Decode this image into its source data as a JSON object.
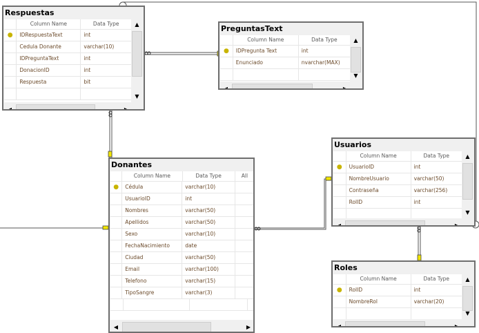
{
  "tables": [
    {
      "id": "respuestas",
      "title": "Respuestas",
      "headers": [
        "Column Name",
        "Data Type"
      ],
      "rows": [
        [
          "IDRespuestaText",
          "int",
          true
        ],
        [
          "Cedula Donante",
          "varchar(10)",
          false
        ],
        [
          "IDPreguntaText",
          "int",
          false
        ],
        [
          "DonacionID",
          "int",
          false
        ],
        [
          "Respuesta",
          "bit",
          false
        ]
      ]
    },
    {
      "id": "preguntas",
      "title": "PreguntasText",
      "headers": [
        "Column Name",
        "Data Type"
      ],
      "rows": [
        [
          "IDPregunta Text",
          "int",
          true
        ],
        [
          "Enunciado",
          "nvarchar(MAX)",
          false
        ]
      ]
    },
    {
      "id": "donantes",
      "title": "Donantes",
      "headers": [
        "Column Name",
        "Data Type",
        "All"
      ],
      "rows": [
        [
          "Cédula",
          "varchar(10)",
          true
        ],
        [
          "UsuarioID",
          "int",
          false
        ],
        [
          "Nombres",
          "varchar(50)",
          false
        ],
        [
          "Apellidos",
          "varchar(50)",
          false
        ],
        [
          "Sexo",
          "varchar(10)",
          false
        ],
        [
          "FechaNacimiento",
          "date",
          false
        ],
        [
          "Ciudad",
          "varchar(50)",
          false
        ],
        [
          "Email",
          "varchar(100)",
          false
        ],
        [
          "Telefono",
          "varchar(15)",
          false
        ],
        [
          "TipoSangre",
          "varchar(3)",
          false
        ]
      ]
    },
    {
      "id": "usuarios",
      "title": "Usuarios",
      "headers": [
        "Column Name",
        "Data Type"
      ],
      "rows": [
        [
          "UsuarioID",
          "int",
          true
        ],
        [
          "NombreUsuario",
          "varchar(50)",
          false
        ],
        [
          "Contraseña",
          "varchar(256)",
          false
        ],
        [
          "RolID",
          "int",
          false
        ]
      ]
    },
    {
      "id": "roles",
      "title": "Roles",
      "headers": [
        "Column Name",
        "Data Type"
      ],
      "rows": [
        [
          "RolID",
          "int",
          true
        ],
        [
          "NombreRol",
          "varchar(20)",
          false
        ]
      ]
    }
  ],
  "icons": {
    "primary_key": "key-icon",
    "scroll_up": "arrow-up-icon",
    "scroll_down": "arrow-down-icon",
    "scroll_left": "arrow-left-icon",
    "scroll_right": "arrow-right-icon"
  },
  "colors": {
    "key": "#e8d800",
    "border": "#6e6e6e",
    "text": "#6b4a2a"
  }
}
